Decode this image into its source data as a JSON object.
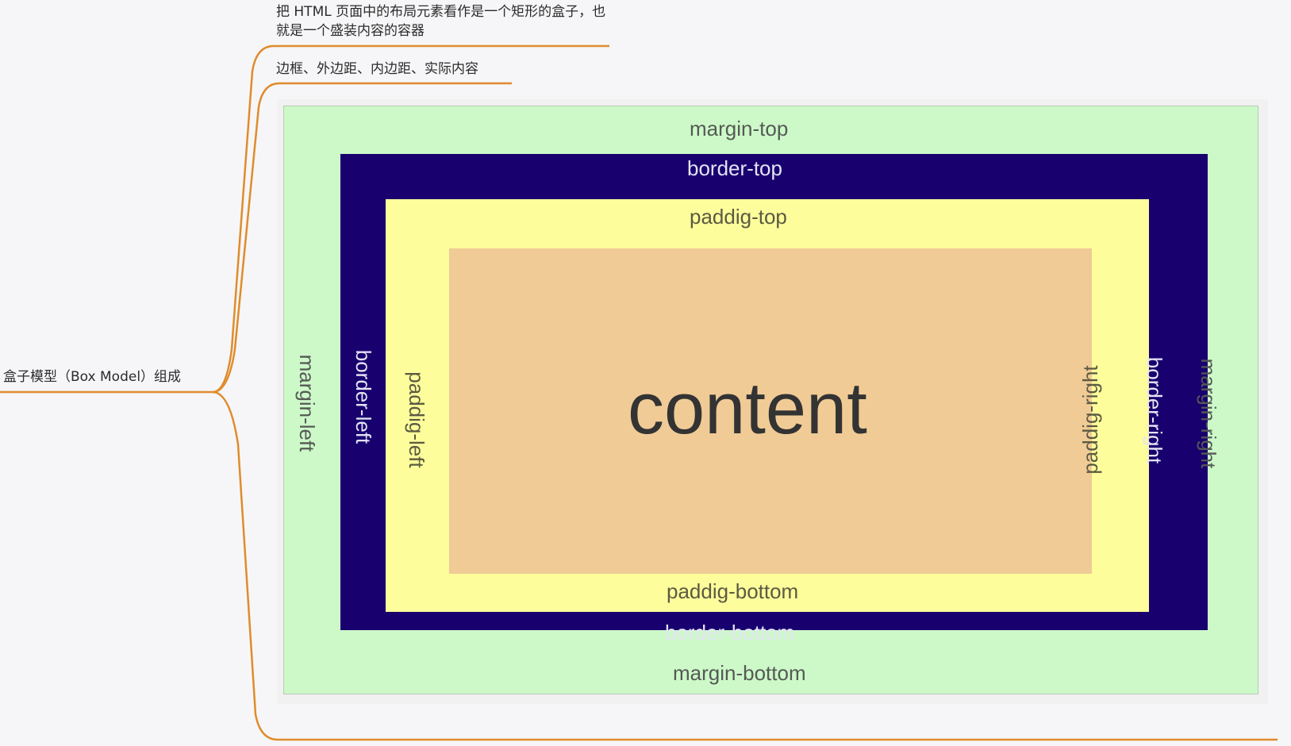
{
  "mindmap": {
    "root": {
      "label": "盒子模型（Box Model）组成"
    },
    "children": [
      {
        "label": "把 HTML 页面中的布局元素看作是一个矩形的盒子，也就是一个盛装内容的容器"
      },
      {
        "label": "边框、外边距、内边距、实际内容"
      }
    ],
    "branch_color": "#e08b2c"
  },
  "box_model": {
    "colors": {
      "margin": "#cdf9c9",
      "border": "#19006f",
      "padding": "#fdfd9b",
      "content": "#f0cb96"
    },
    "labels": {
      "margin_top": "margin-top",
      "margin_bottom": "margin-bottom",
      "margin_left": "margin-left",
      "margin_right": "margin-right",
      "border_top": "border-top",
      "border_bottom": "border-bottom",
      "border_left": "border-left",
      "border_right": "border-right",
      "padding_top": "paddig-top",
      "padding_bottom": "paddig-bottom",
      "padding_left": "paddig-left",
      "padding_right": "paddig-right",
      "content": "content"
    }
  }
}
